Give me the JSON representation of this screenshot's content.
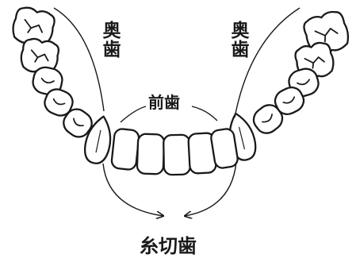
{
  "labels": {
    "molars_left": "奥歯",
    "molars_right": "奥歯",
    "front_teeth": "前歯",
    "incisor": "糸切歯"
  },
  "colors": {
    "ink": "#1a1a1a",
    "background": "#ffffff"
  }
}
